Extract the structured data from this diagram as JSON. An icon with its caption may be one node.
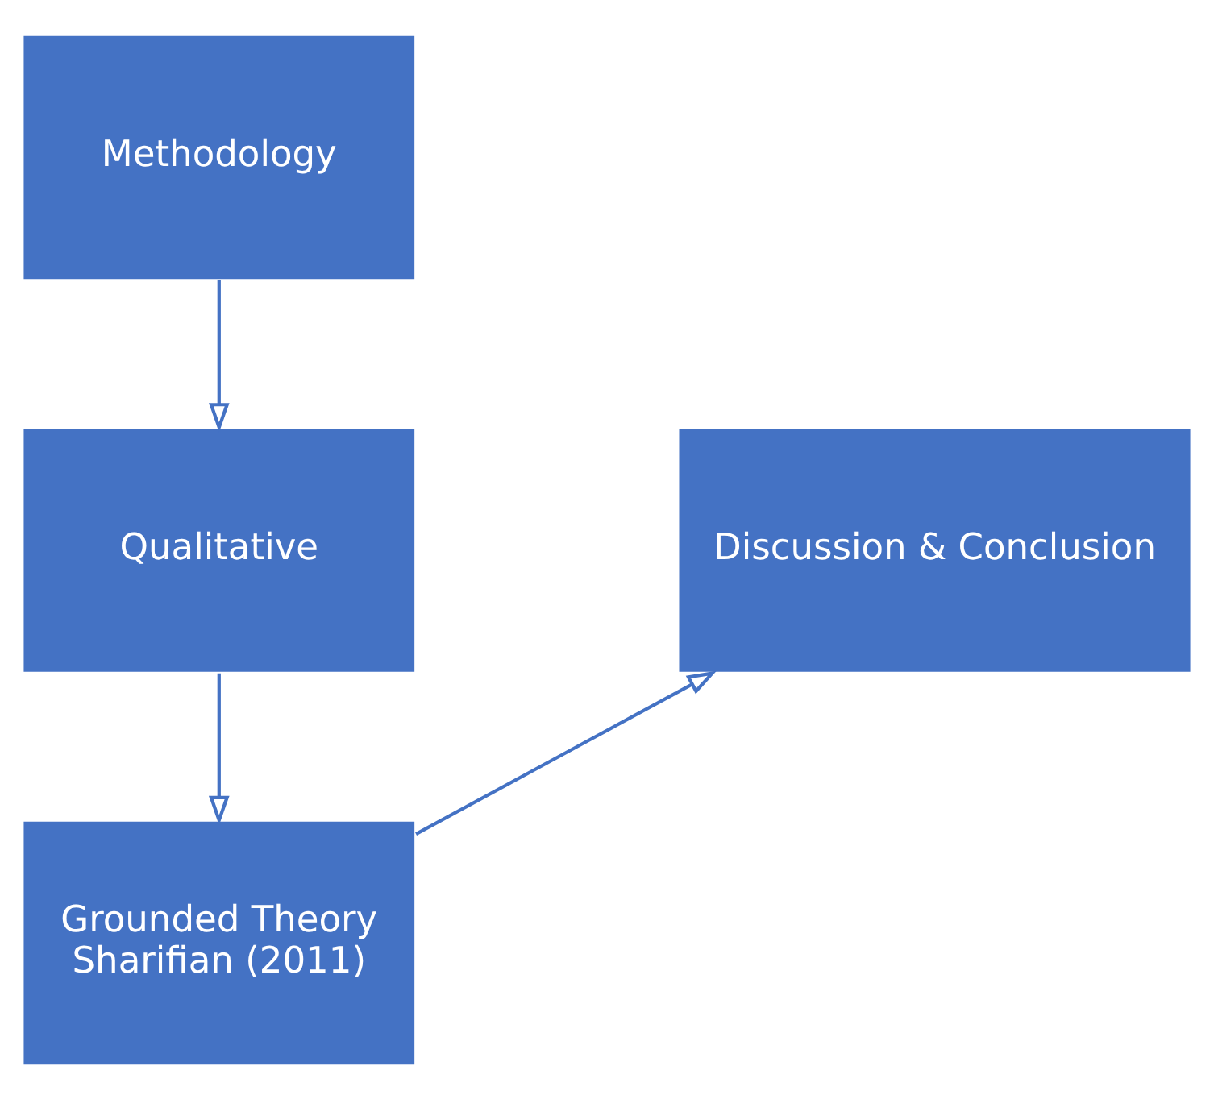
{
  "diagram": {
    "nodes": [
      {
        "text": [
          "Methodology"
        ]
      },
      {
        "text": [
          "Discussion & Conclusion"
        ]
      },
      {
        "text": [
          "Qualitative"
        ]
      },
      {
        "text": [
          "Grounded Theory",
          "Sharifian (2011)"
        ]
      }
    ],
    "edges": [
      {
        "from": 0,
        "to": 2,
        "arrow": "to"
      },
      {
        "from": 2,
        "to": 3,
        "arrow": "to"
      },
      {
        "from": 3,
        "to": 1,
        "arrow": "to"
      }
    ]
  }
}
